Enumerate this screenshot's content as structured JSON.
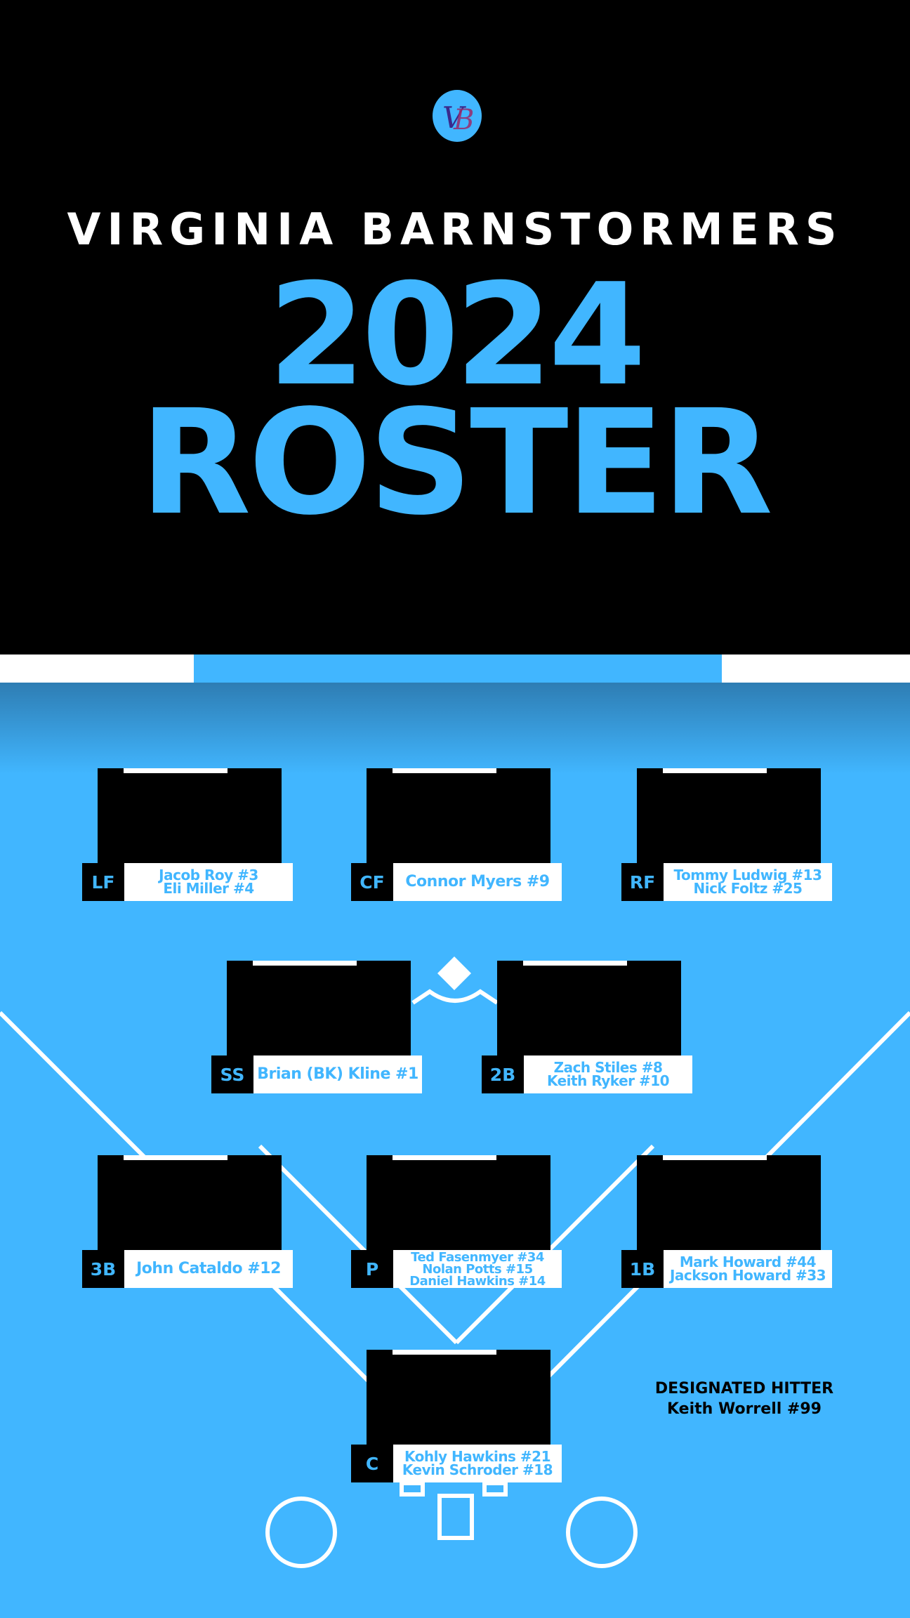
{
  "header": {
    "logo_text": "VB",
    "team_name": "VIRGINIA BARNSTORMERS",
    "year": "2024",
    "title": "ROSTER"
  },
  "colors": {
    "accent": "#41b6ff",
    "background": "#000000",
    "text_light": "#ffffff"
  },
  "positions": [
    {
      "pos": "LF",
      "players": [
        "Jacob Roy #3",
        "Eli Miller #4"
      ]
    },
    {
      "pos": "CF",
      "players": [
        "Connor Myers #9"
      ]
    },
    {
      "pos": "RF",
      "players": [
        "Tommy Ludwig #13",
        "Nick Foltz #25"
      ]
    },
    {
      "pos": "SS",
      "players": [
        "Brian (BK) Kline #1"
      ]
    },
    {
      "pos": "2B",
      "players": [
        "Zach Stiles #8",
        "Keith Ryker #10"
      ]
    },
    {
      "pos": "3B",
      "players": [
        "John Cataldo #12"
      ]
    },
    {
      "pos": "P",
      "players": [
        "Ted Fasenmyer #34",
        "Nolan Potts #15",
        "Daniel Hawkins #14"
      ]
    },
    {
      "pos": "1B",
      "players": [
        "Mark Howard #44",
        "Jackson Howard #33"
      ]
    },
    {
      "pos": "C",
      "players": [
        "Kohly Hawkins #21",
        "Kevin Schroder #18"
      ]
    }
  ],
  "designated_hitter": {
    "label": "DESIGNATED HITTER",
    "player": "Keith Worrell #99"
  }
}
